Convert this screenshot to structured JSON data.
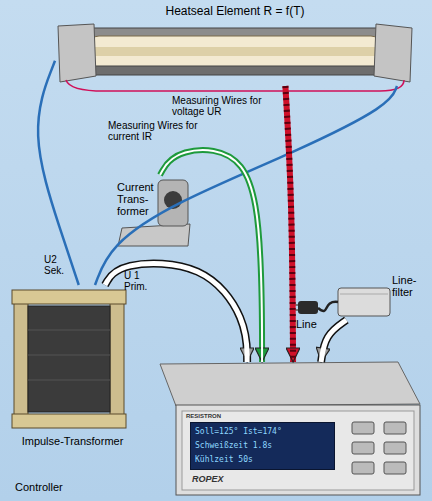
{
  "diagram": {
    "nodes": [
      {
        "text": [
          "Heatseal Element R = f(T)"
        ]
      },
      {
        "text": [
          "Current Trans- former"
        ]
      },
      {
        "text": [
          "Line- filter"
        ]
      },
      {
        "text": [
          "Impulse-Transformer"
        ]
      },
      {
        "text": [
          "RESISTRON",
          "ROPEX"
        ]
      },
      {
        "text": [
          "Soll=125° Ist=174°",
          "Schweißzeit 1.8s",
          "Kühlzeit 50s"
        ],
        "in": 4
      }
    ],
    "edges": [
      {
        "from": 3,
        "to": 0,
        "arrow": "none",
        "label": "U2 Sek."
      },
      {
        "from": 3,
        "to": 0,
        "arrow": "none"
      },
      {
        "from": 3,
        "to": 4,
        "arrow": "to",
        "label": "U 1 Prim."
      },
      {
        "from": 1,
        "to": 4,
        "arrow": "to",
        "label": "Measuring Wires for current IR"
      },
      {
        "from": 0,
        "to": 4,
        "arrow": "to",
        "label": "Measuring Wires for voltage UR"
      },
      {
        "from": 2,
        "to": 4,
        "arrow": "to"
      }
    ],
    "labels": [
      "Line",
      "Controller"
    ]
  }
}
